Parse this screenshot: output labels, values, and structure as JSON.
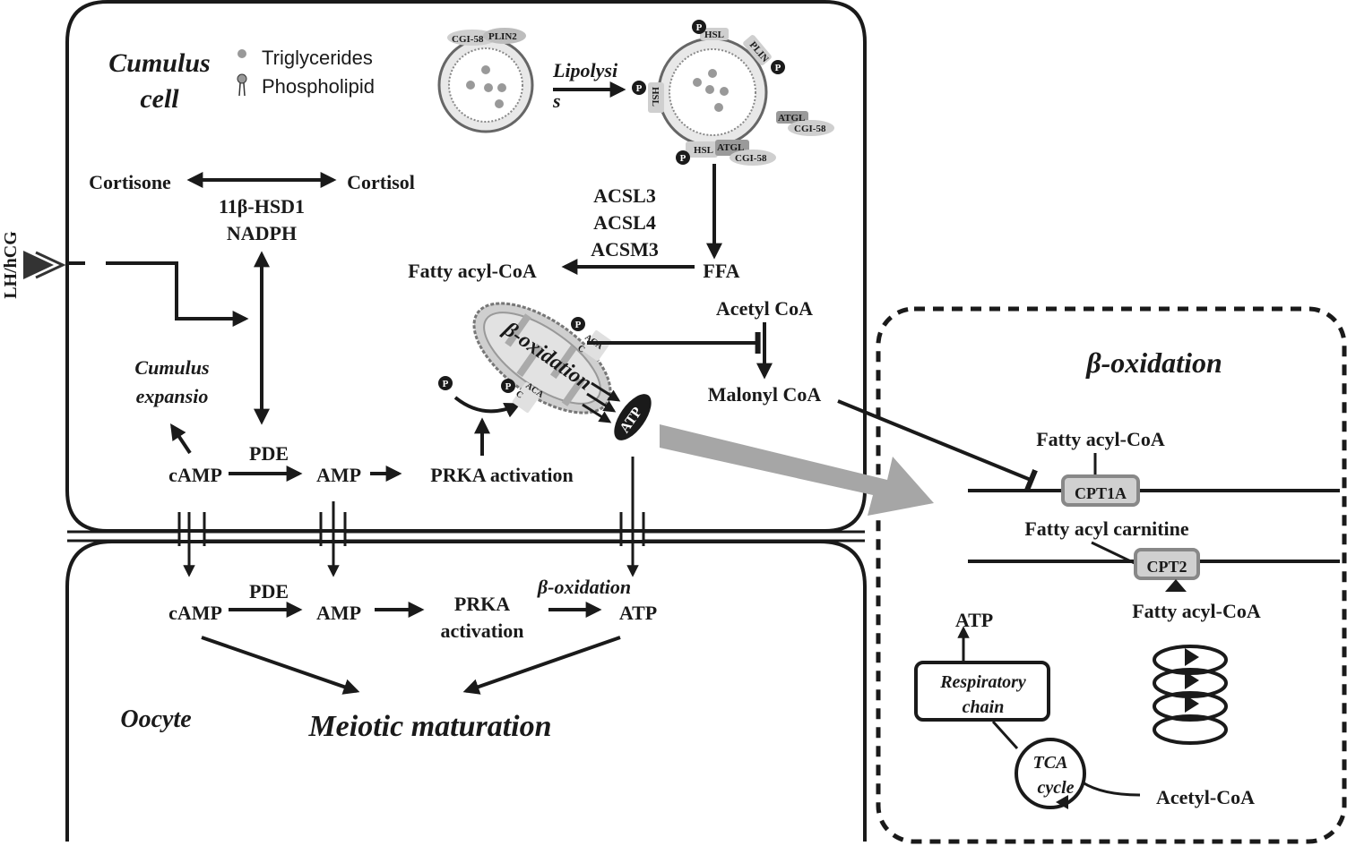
{
  "cumulus": {
    "title_line1": "Cumulus",
    "title_line2": "cell",
    "legend_triglycerides": "Triglycerides",
    "legend_phospholipid": "Phospholipid",
    "cortisone": "Cortisone",
    "cortisol": "Cortisol",
    "enzyme_11b": "11β-HSD1",
    "nadph": "NADPH",
    "lipolysis_line1": "Lipolysi",
    "lipolysis_line2": "s",
    "acsl3": "ACSL3",
    "acsl4": "ACSL4",
    "acsm3": "ACSM3",
    "fatty_acyl_coa": "Fatty acyl-CoA",
    "ffa": "FFA",
    "acetyl_coa": "Acetyl CoA",
    "malonyl_coa": "Malonyl CoA",
    "cumulus_expansion_line1": "Cumulus",
    "cumulus_expansion_line2": "expansio",
    "camp": "cAMP",
    "pde": "PDE",
    "amp": "AMP",
    "prka_activation": "PRKA activation",
    "beta_oxidation_mito": "β-oxidation",
    "atp": "ATP"
  },
  "droplet_labels": {
    "cgi58_a": "CGI-58",
    "plin2_a": "PLIN2",
    "hsl": "HSL",
    "plin": "PLIN",
    "atgl": "ATGL",
    "cgi58_b": "CGI-58",
    "p": "P",
    "aca": "ACA",
    "c": "C"
  },
  "stimulus": {
    "label": "LH/hCG"
  },
  "oocyte": {
    "title": "Oocyte",
    "camp": "cAMP",
    "pde": "PDE",
    "amp": "AMP",
    "prka_line1": "PRKA",
    "prka_line2": "activation",
    "beta_oxidation": "β-oxidation",
    "atp": "ATP",
    "meiotic_maturation": "Meiotic maturation"
  },
  "beta_panel": {
    "title": "β-oxidation",
    "fatty_acyl_coa_top": "Fatty acyl-CoA",
    "cpt1a": "CPT1A",
    "fatty_acyl_carnitine": "Fatty acyl carnitine",
    "cpt2": "CPT2",
    "fatty_acyl_coa_bottom": "Fatty acyl-CoA",
    "atp": "ATP",
    "respiratory_line1": "Respiratory",
    "respiratory_line2": "chain",
    "tca_line1": "TCA",
    "tca_line2": "cycle",
    "acetyl_coa": "Acetyl-CoA"
  }
}
